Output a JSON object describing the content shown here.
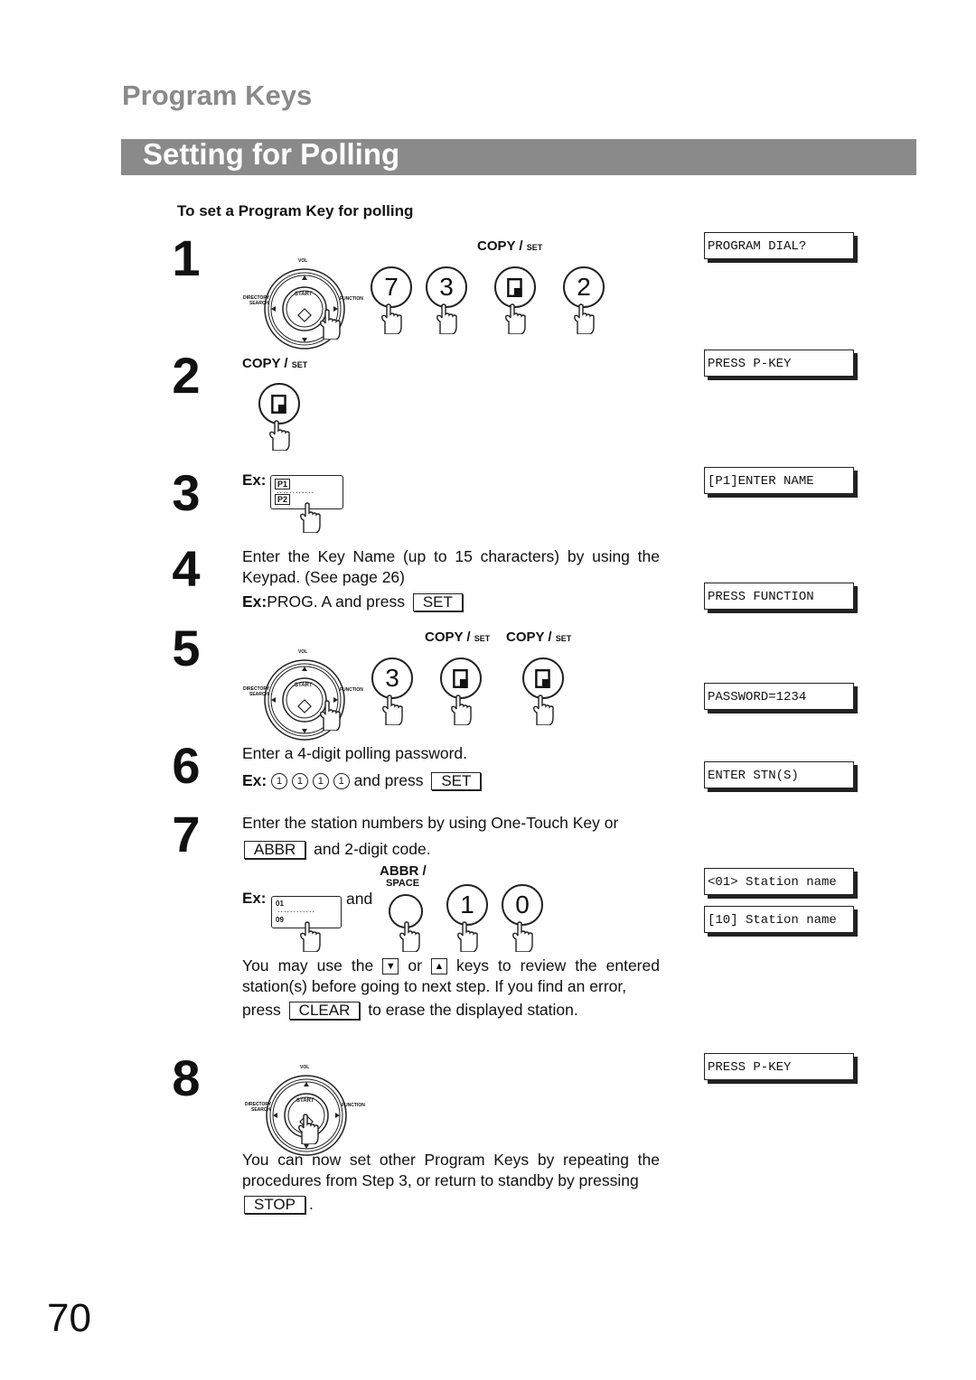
{
  "header": {
    "section": "Program Keys",
    "banner": "Setting for Polling",
    "subhead": "To set a Program Key for polling"
  },
  "steps": {
    "s1": "1",
    "s2": "2",
    "s3": "3",
    "s4": "4",
    "s5": "5",
    "s6": "6",
    "s7": "7",
    "s8": "8"
  },
  "keys": {
    "copy": "COPY /",
    "set_small": "SET",
    "k7": "7",
    "k3": "3",
    "k2": "2",
    "k1": "1",
    "k0": "0",
    "abbr": "ABBR /",
    "space": "SPACE"
  },
  "panel": {
    "vol": "VOL",
    "start": "START",
    "dir1": "DIRECTORY",
    "dir2": "SEARCH",
    "func": "FUNCTION"
  },
  "lcd": {
    "l1": "PROGRAM DIAL?",
    "l2": "PRESS P-KEY",
    "l3": "[P1]ENTER NAME",
    "l4": "PRESS FUNCTION",
    "l5": "PASSWORD=1234",
    "l6": "ENTER STN(S)",
    "l7a": "<01> Station name",
    "l7b": "[10] Station name",
    "l8": "PRESS P-KEY"
  },
  "text": {
    "ex": "Ex:",
    "p1": "P1",
    "p2": "P2",
    "o1": "01",
    "o9": "09",
    "step4": "Enter the Key Name (up to 15 characters) by using the Keypad.  (See page 26)",
    "step4ex_a": "PROG. A and press",
    "set": "SET",
    "step6": "Enter a 4-digit polling password.",
    "step6ex": "and press",
    "digit": "1",
    "step7a": "Enter the station numbers by using One-Touch Key or",
    "abbr_key": "ABBR",
    "step7b": "and 2-digit code.",
    "and": "and",
    "review1": "You may use the",
    "or": "or",
    "review2": "keys to review the entered station(s) before going to next step. If you find an error,",
    "press": "press",
    "clear": "CLEAR",
    "review3": "to erase the displayed station.",
    "down": "▼",
    "up": "▲",
    "step8a": "You can now set other Program Keys by repeating the procedures from Step 3, or return to standby by pressing",
    "stop": "STOP",
    "period": "."
  },
  "page_number": "70"
}
